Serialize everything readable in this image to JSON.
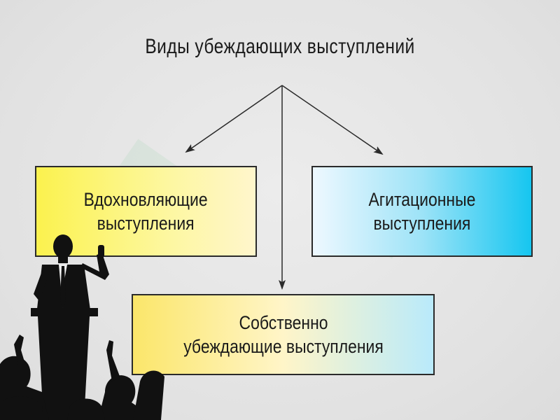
{
  "diagram": {
    "title": "Виды убеждающих выступлений",
    "nodes": {
      "inspiring": "Вдохновляющие\nвыступления",
      "agitation": "Агитационные\nвыступления",
      "persuasive": "Собственно\nубеждающие выступления"
    },
    "colors": {
      "arrow": "#2a2a2a",
      "inspiring_fill": "#fbf24e",
      "agitation_fill": "#16c6f0",
      "silhouette": "#111111"
    }
  }
}
